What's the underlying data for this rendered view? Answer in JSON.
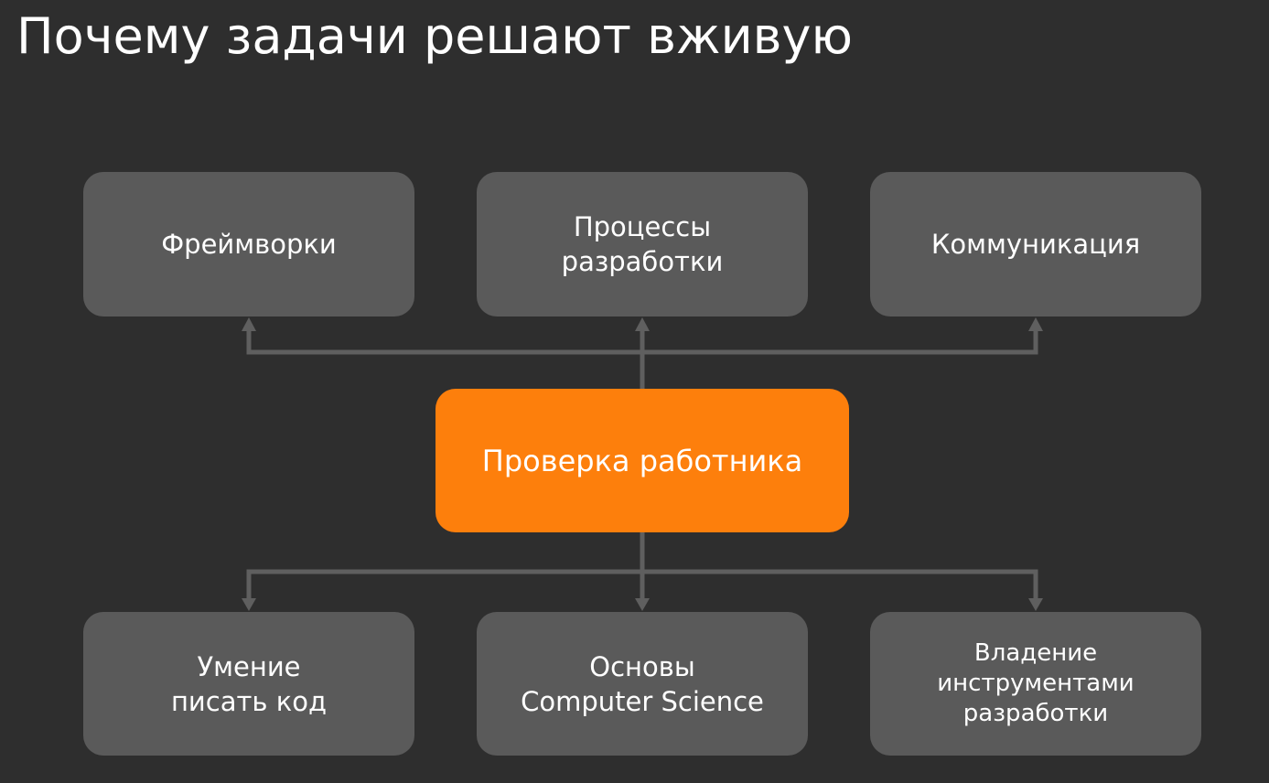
{
  "title": "Почему задачи решают вживую",
  "center_node": "Проверка работника",
  "top_nodes": [
    "Фреймворки",
    "Процессы\nразработки",
    "Коммуникация"
  ],
  "bottom_nodes": [
    "Умение\nписать код",
    "Основы\nComputer Science",
    "Владение\nинструментами\nразработки"
  ],
  "colors": {
    "background": "#2e2e2e",
    "box": "#5a5a5a",
    "accent": "#fd7f0c",
    "connector": "#5f5f5f",
    "text": "#ffffff"
  }
}
